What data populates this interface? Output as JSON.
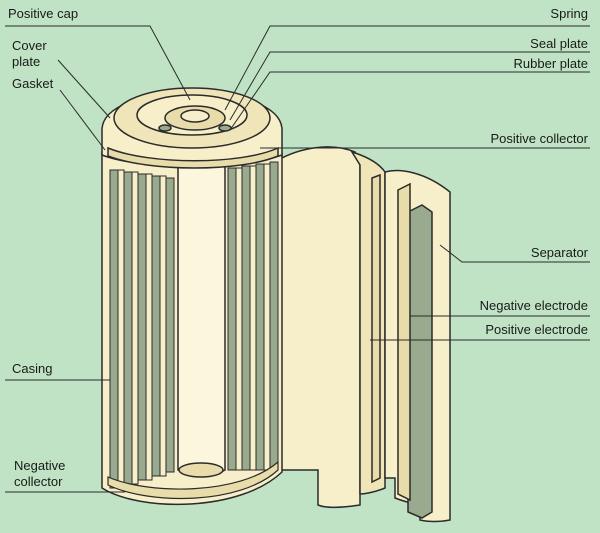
{
  "labels": {
    "positive_cap": "Positive cap",
    "cover_plate_1": "Cover",
    "cover_plate_2": "plate",
    "gasket": "Gasket",
    "spring": "Spring",
    "seal_plate": "Seal plate",
    "rubber_plate": "Rubber plate",
    "positive_collector": "Positive collector",
    "separator": "Separator",
    "negative_electrode": "Negative electrode",
    "positive_electrode": "Positive electrode",
    "casing": "Casing",
    "negative_collector_1": "Negative",
    "negative_collector_2": "collector"
  },
  "colors": {
    "background": "#bfe3c4",
    "cream": "#f6efc9",
    "cream_shadow": "#e8dcaa",
    "electrode_gray": "#9aaa8e",
    "outline": "#2b2b2b"
  }
}
